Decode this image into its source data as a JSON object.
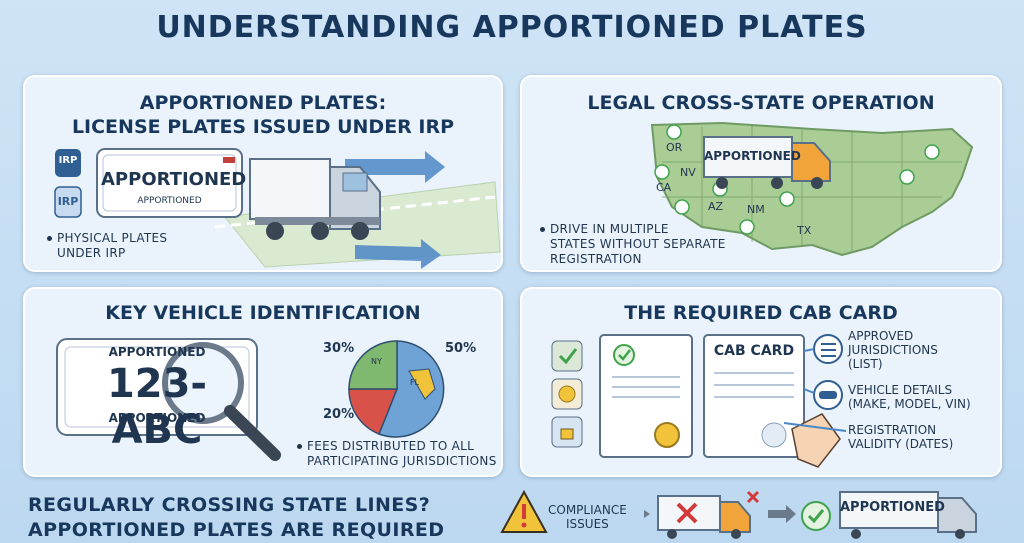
{
  "title": "UNDERSTANDING APPORTIONED PLATES",
  "panel1": {
    "title_line1": "APPORTIONED PLATES:",
    "title_line2": "LICENSE PLATES ISSUED UNDER IRP",
    "badge1": "IRP",
    "badge2": "IRP",
    "plate_main": "APPORTIONED",
    "plate_sub": "APPORTIONED",
    "bullet_line1": "PHYSICAL PLATES",
    "bullet_line2": "UNDER IRP"
  },
  "panel2": {
    "title": "LEGAL CROSS-STATE OPERATION",
    "truck_label": "APPORTIONED",
    "states": [
      "OR",
      "NV",
      "CA",
      "AZ",
      "NM",
      "TX"
    ],
    "bullet_line1": "DRIVE IN MULTIPLE",
    "bullet_line2": "STATES WITHOUT SEPARATE",
    "bullet_line3": "REGISTRATION"
  },
  "panel3": {
    "title": "KEY VEHICLE IDENTIFICATION",
    "plate_top": "APPORTIONED",
    "plate_number": "123-ABC",
    "plate_bottom": "APPORTIONED",
    "pie_labels": [
      "30%",
      "50%",
      "20%"
    ],
    "pie_state_labels": [
      "NY",
      "FL"
    ],
    "bullet_line1": "FEES DISTRIBUTED TO ALL",
    "bullet_line2": "PARTICIPATING JURISDICTIONS"
  },
  "panel4": {
    "title": "THE REQUIRED CAB CARD",
    "card_title": "CAB CARD",
    "item1_line1": "APPROVED",
    "item1_line2": "JURISDICTIONS",
    "item1_line3": "(LIST)",
    "item2_line1": "VEHICLE DETAILS",
    "item2_line2": "(MAKE, MODEL, VIN)",
    "item3_line1": "REGISTRATION",
    "item3_line2": "VALIDITY (DATES)"
  },
  "footer": {
    "line1": "REGULARLY CROSSING STATE LINES?",
    "line2": "APPORTIONED PLATES ARE REQUIRED",
    "compliance_line1": "COMPLIANCE",
    "compliance_line2": "ISSUES",
    "truck_label": "APPORTIONED"
  },
  "colors": {
    "navy": "#17375c",
    "panel": "#eaf3fb",
    "truck_orange": "#f0a43a",
    "map_green": "#9cc48a",
    "check_green": "#3fa34d",
    "error_red": "#d33b3b",
    "arrow_blue": "#4b86c6"
  },
  "icons": [
    "truck-icon",
    "magnifier-icon",
    "pie-chart-icon",
    "checkmark-icon",
    "seal-icon",
    "lock-icon",
    "list-icon",
    "car-icon",
    "certificate-icon",
    "hand-pointer-icon",
    "warning-icon",
    "x-icon",
    "arrow-right-icon"
  ]
}
